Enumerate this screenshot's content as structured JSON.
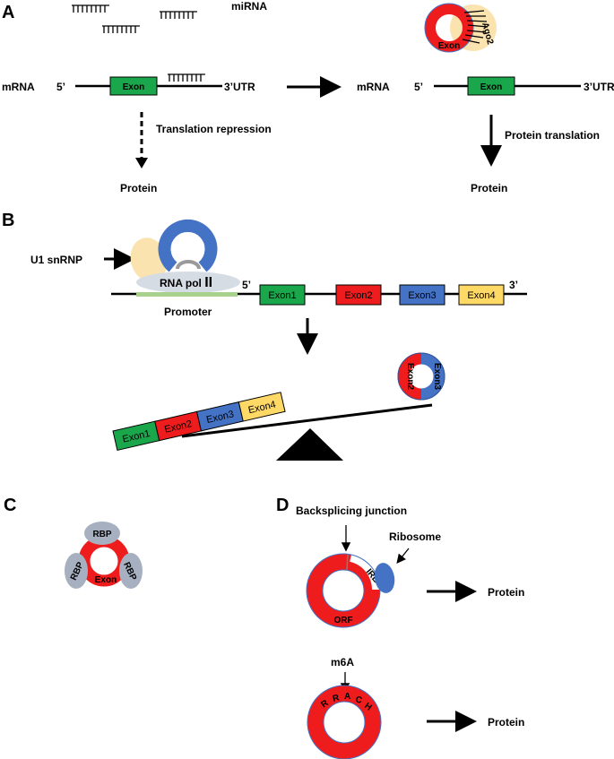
{
  "panels": {
    "a": "A",
    "b": "B",
    "c": "C",
    "d": "D"
  },
  "panel_a": {
    "mirna": "miRNA",
    "mrna": "mRNA",
    "five_prime": "5’",
    "utr": "3’UTR",
    "exon": "Exon",
    "ago2": "Ago2",
    "translation_repression": "Translation repression",
    "protein_translation": "Protein translation",
    "protein": "Protein"
  },
  "panel_b": {
    "u1": "U1 snRNP",
    "rna_pol": "RNA pol",
    "pol_numeral": "II",
    "promoter": "Promoter",
    "five_prime": "5’",
    "three_prime": "3’",
    "exons": [
      "Exon1",
      "Exon2",
      "Exon3",
      "Exon4"
    ]
  },
  "panel_c": {
    "rbp": "RBP",
    "exon": "Exon"
  },
  "panel_d": {
    "backsplicing": "Backsplicing junction",
    "ribosome": "Ribosome",
    "ires": "IRES",
    "orf": "ORF",
    "protein": "Protein",
    "m6a": "m6A",
    "motif": [
      "R",
      "R",
      "A",
      "C",
      "H"
    ]
  },
  "colors": {
    "exon_green": "#1aa64a",
    "exon_red": "#ee1c1c",
    "exon_blue": "#4472c4",
    "exon_yellow": "#ffd966",
    "circ_red": "#ee1c1c",
    "ago2_pale": "#fbe3b0",
    "rbp_gray": "#a6b0c0",
    "promoter_green": "#a9d18e",
    "pol_gray": "#d6dce4"
  }
}
